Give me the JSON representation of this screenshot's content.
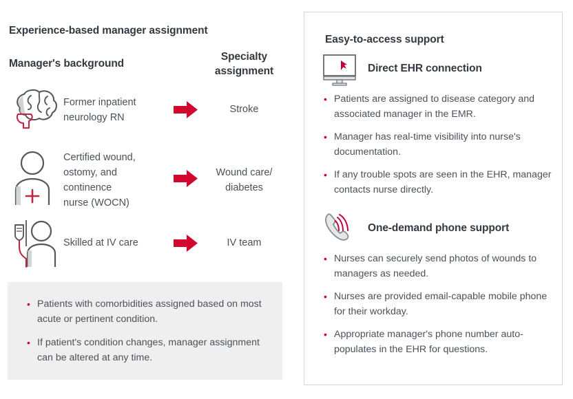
{
  "left": {
    "title": "Experience-based manager assignment",
    "column_headers": {
      "background": "Manager's background",
      "specialty_line1": "Specialty",
      "specialty_line2": "assignment"
    },
    "rows": [
      {
        "icon": "brain-icon",
        "background_line1": "Former inpatient",
        "background_line2": "neurology RN",
        "arrow": "right-arrow-icon",
        "specialty_line1": "Stroke",
        "specialty_line2": ""
      },
      {
        "icon": "wound-care-nurse-icon",
        "background_line1": "Certified wound,",
        "background_line2": "ostomy, and",
        "background_line3": "continence",
        "background_line4": "nurse (WOCN)",
        "arrow": "right-arrow-icon",
        "specialty_line1": "Wound care/",
        "specialty_line2": "diabetes"
      },
      {
        "icon": "iv-drip-icon",
        "background_line1": "Skilled at IV care",
        "background_line2": "",
        "arrow": "right-arrow-icon",
        "specialty_line1": "IV team",
        "specialty_line2": ""
      }
    ],
    "notes": [
      "Patients with comorbidities assigned based on most acute or pertinent condition.",
      "If patient's condition changes, manager assignment can be altered at any time."
    ]
  },
  "right": {
    "title": "Easy-to-access support",
    "sections": [
      {
        "icon": "monitor-cursor-icon",
        "heading": "Direct EHR connection",
        "bullets": [
          "Patients are assigned to disease category and associated manager in the EMR.",
          "Manager has real-time visibility into nurse's documentation.",
          "If any trouble spots are seen in the EHR, manager contacts nurse directly."
        ]
      },
      {
        "icon": "phone-ring-icon",
        "heading": "One-demand phone support",
        "bullets": [
          "Nurses can securely send photos of wounds to managers as needed.",
          "Nurses are provided email-capable mobile phone for their workday.",
          "Appropriate manager's phone number auto-populates in the EHR for questions."
        ]
      }
    ]
  },
  "bullet_glyph": "•",
  "colors": {
    "accent_red": "#c2003b",
    "arrow_red": "#d2072f",
    "icon_gray": "#4a5159",
    "text": "#4a5159",
    "heading": "#33393f",
    "note_bg": "#efeff0",
    "panel_border": "#d5d5d7"
  }
}
